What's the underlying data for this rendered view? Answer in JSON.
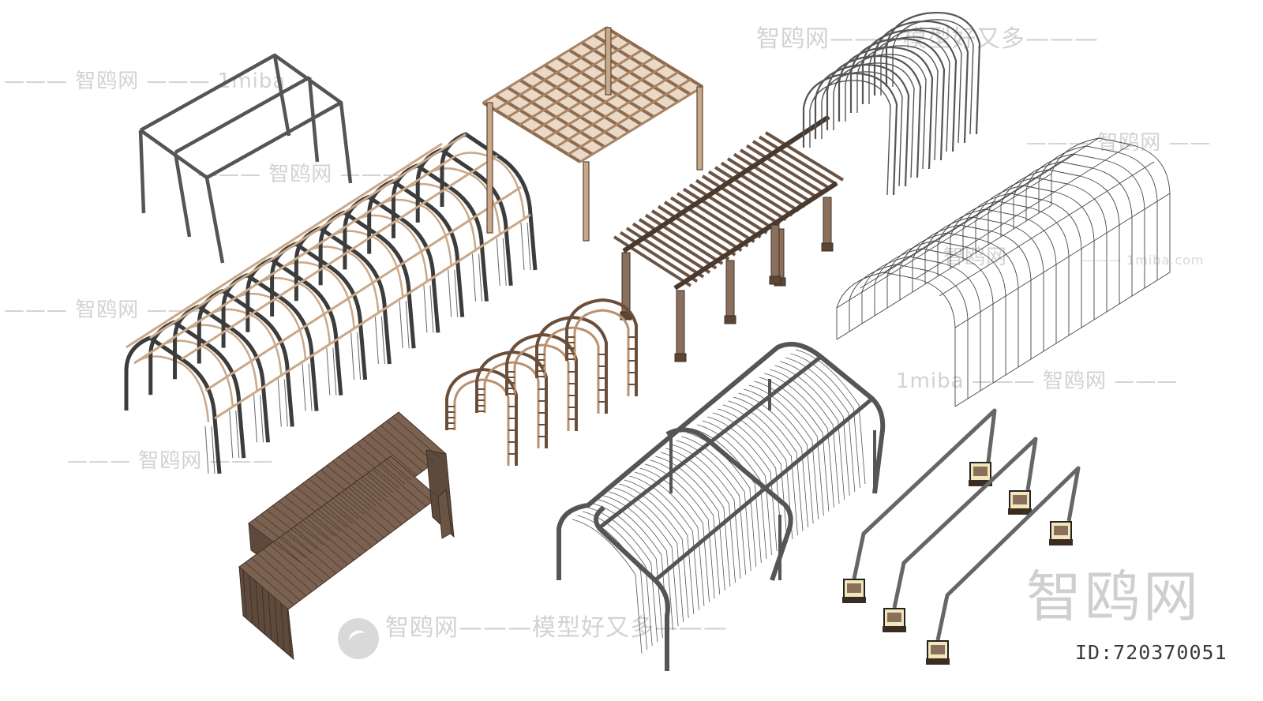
{
  "watermarks": {
    "top_center": "智鸥网———模型好又多———",
    "top_left": "——— 智鸥网 ——— 1miba",
    "mid_left_1": "——— 智鸥网 ———",
    "mid_left_2": "——— 智鸥网 ———",
    "left_low": "——— 智鸥网 ———",
    "right_top": "——— 智鸥网 ——",
    "right_mid": "——— 1miba.com",
    "right_low": "1miba ——— 智鸥网 ———",
    "center_mid": "智鸥网",
    "bottom_center": "智鸥网———模型好又多———",
    "big_logo": "智鸥网"
  },
  "model_id": "ID:720370051",
  "colors": {
    "steel": "#3c3c3c",
    "grey_frame": "#8a8a8a",
    "timber": "#c9a888",
    "dark_timber": "#6b5443",
    "watermark": "#d2d2d2"
  }
}
